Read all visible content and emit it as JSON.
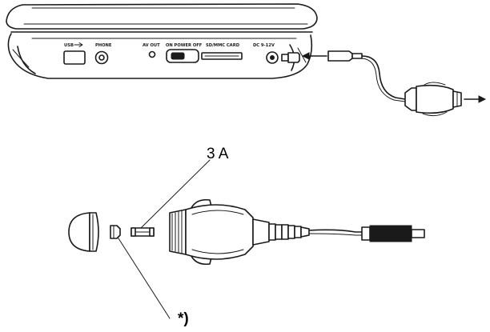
{
  "ports": {
    "usb": "USB",
    "phone": "PHONE",
    "av_out": "AV OUT",
    "power": "ON POWER OFF",
    "card": "SD/MMC CARD",
    "dc": "DC 9-12V"
  },
  "callouts": {
    "fuse_rating": "3 A",
    "note_marker": "*)"
  }
}
